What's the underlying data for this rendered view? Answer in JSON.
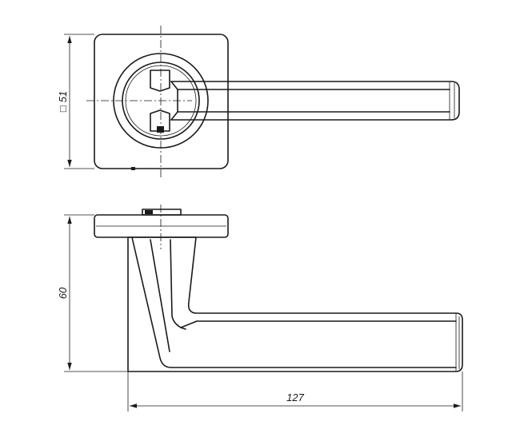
{
  "dimensions": {
    "rose_size": "51",
    "height": "60",
    "length": "127"
  },
  "symbols": {
    "square_symbol": "□"
  }
}
